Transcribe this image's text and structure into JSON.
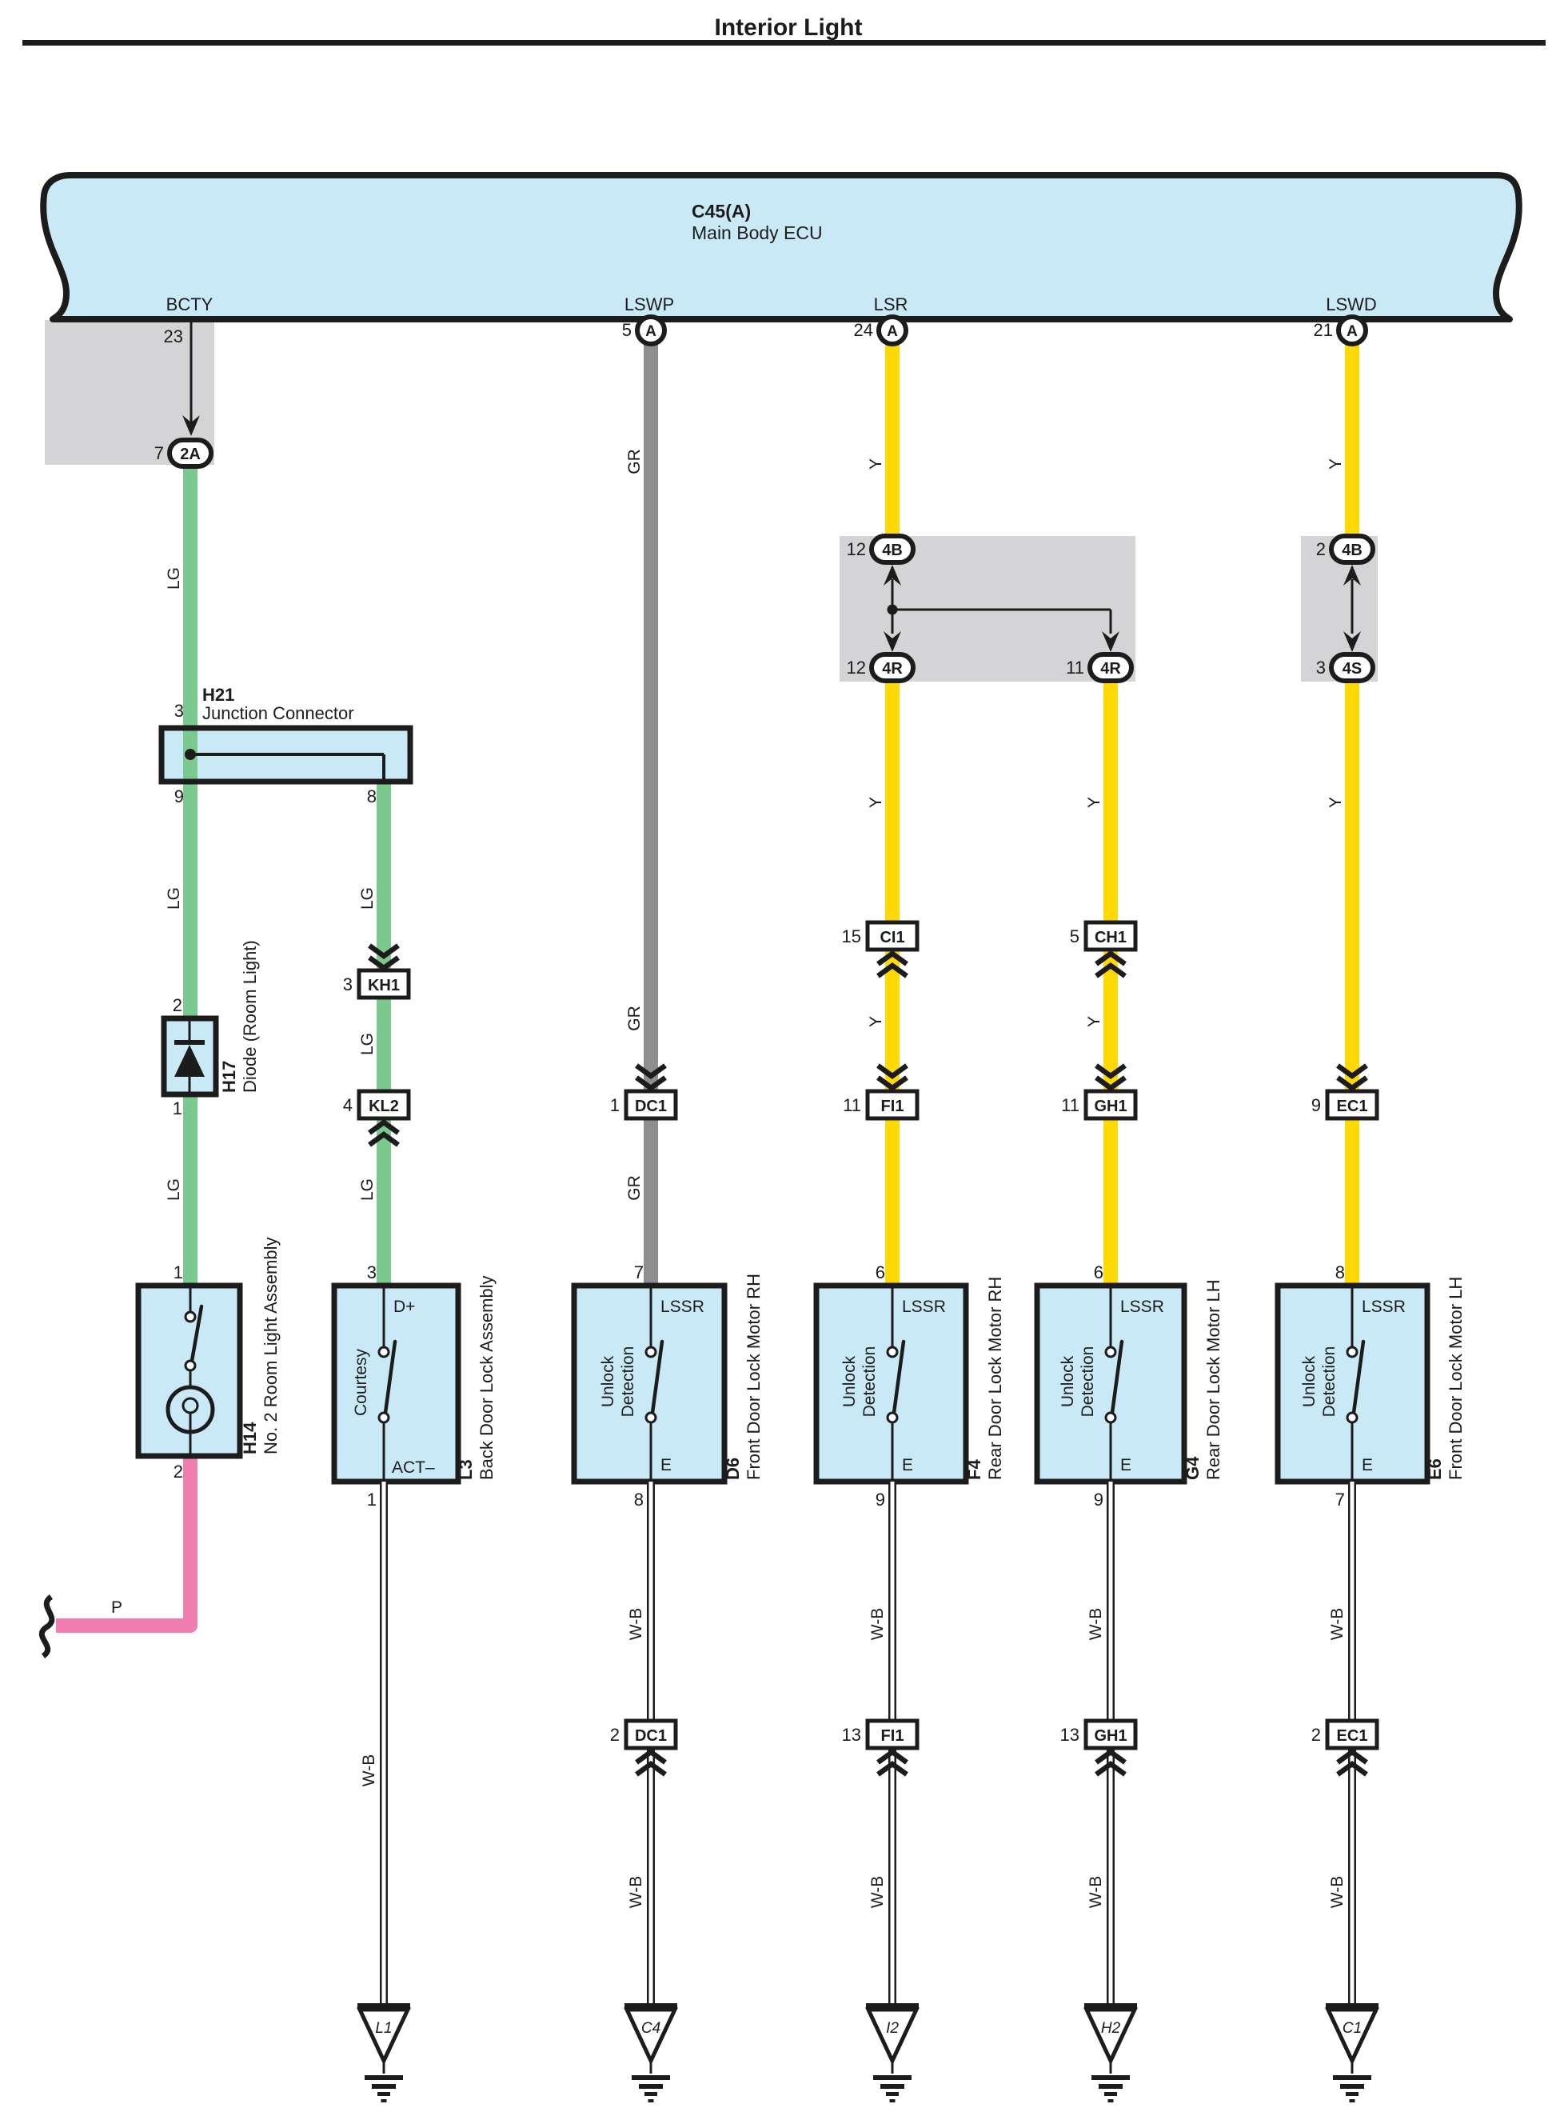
{
  "title": "Interior Light",
  "colors": {
    "green": "#7CC98F",
    "yellow": "#FFD905",
    "gray": "#8E8E90",
    "pink": "#F07EB0",
    "blue": "#C9E9F7",
    "shade": "#D4D4D6"
  },
  "wires": {
    "lg": "LG",
    "gr": "GR",
    "y": "Y",
    "wb": "W-B",
    "p": "P"
  },
  "ecu": {
    "code": "C45(A)",
    "name": "Main Body ECU",
    "pins": [
      {
        "num": "23",
        "label": "BCTY"
      },
      {
        "num": "5",
        "label": "LSWP",
        "tag": "A"
      },
      {
        "num": "24",
        "label": "LSR",
        "tag": "A"
      },
      {
        "num": "21",
        "label": "LSWD",
        "tag": "A"
      }
    ]
  },
  "conn": {
    "c2a": {
      "num": "7",
      "code": "2A"
    },
    "b4a": {
      "num": "12",
      "code": "4B"
    },
    "r4a": {
      "num": "12",
      "code": "4R"
    },
    "r4b": {
      "num": "11",
      "code": "4R"
    },
    "b4b": {
      "num": "2",
      "code": "4B"
    },
    "s4": {
      "num": "3",
      "code": "4S"
    },
    "kh1": {
      "num": "3",
      "code": "KH1"
    },
    "kl2": {
      "num": "4",
      "code": "KL2"
    },
    "dc1t": {
      "num": "1",
      "code": "DC1"
    },
    "dc1b": {
      "num": "2",
      "code": "DC1"
    },
    "ci1": {
      "num": "15",
      "code": "CI1"
    },
    "ch1": {
      "num": "5",
      "code": "CH1"
    },
    "fi1t": {
      "num": "11",
      "code": "FI1"
    },
    "fi1b": {
      "num": "13",
      "code": "FI1"
    },
    "gh1t": {
      "num": "11",
      "code": "GH1"
    },
    "gh1b": {
      "num": "13",
      "code": "GH1"
    },
    "ec1t": {
      "num": "9",
      "code": "EC1"
    },
    "ec1b": {
      "num": "2",
      "code": "EC1"
    }
  },
  "h21": {
    "code": "H21",
    "name": "Junction Connector",
    "pin_top": "3",
    "pin_l": "9",
    "pin_r": "8"
  },
  "h17": {
    "code": "H17",
    "name": "Diode (Room Light)",
    "pin_top": "2",
    "pin_bot": "1"
  },
  "h14": {
    "code": "H14",
    "name": "No. 2 Room Light Assembly",
    "pin_top": "1",
    "pin_bot": "2"
  },
  "l3": {
    "code": "L3",
    "name": "Back Door Lock Assembly",
    "pin_top": "3",
    "pin_bot": "1",
    "t_top": "D+",
    "t_bot": "ACT–",
    "sw": "Courtesy"
  },
  "d6": {
    "code": "D6",
    "name": "Front Door Lock Motor RH",
    "pin_top": "7",
    "pin_bot": "8",
    "t_top": "LSSR",
    "t_bot": "E",
    "sw1": "Unlock",
    "sw2": "Detection"
  },
  "f4": {
    "code": "F4",
    "name": "Rear Door Lock Motor RH",
    "pin_top": "6",
    "pin_bot": "9",
    "t_top": "LSSR",
    "t_bot": "E",
    "sw1": "Unlock",
    "sw2": "Detection"
  },
  "g4": {
    "code": "G4",
    "name": "Rear Door Lock Motor LH",
    "pin_top": "6",
    "pin_bot": "9",
    "t_top": "LSSR",
    "t_bot": "E",
    "sw1": "Unlock",
    "sw2": "Detection"
  },
  "e6": {
    "code": "E6",
    "name": "Front Door Lock Motor LH",
    "pin_top": "8",
    "pin_bot": "7",
    "t_top": "LSSR",
    "t_bot": "E",
    "sw1": "Unlock",
    "sw2": "Detection"
  },
  "grounds": [
    {
      "id": "L1"
    },
    {
      "id": "C4"
    },
    {
      "id": "I2"
    },
    {
      "id": "H2"
    },
    {
      "id": "C1"
    }
  ]
}
